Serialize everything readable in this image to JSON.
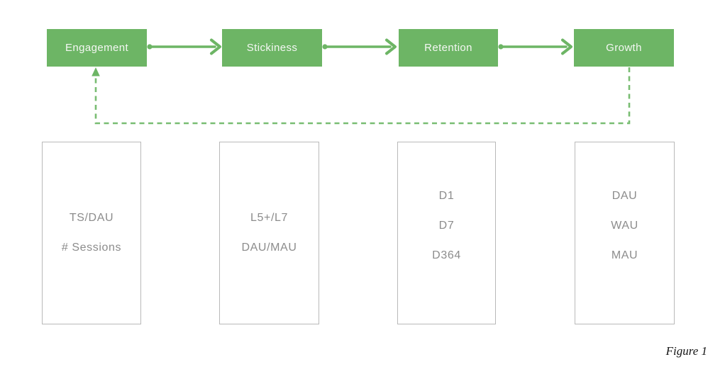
{
  "figure": {
    "caption": "Figure 1"
  },
  "colors": {
    "stage_fill_green": "#6db565",
    "arrow_green": "#6db565",
    "dashed_feedback_green": "#79bd72",
    "metric_box_border": "#b9b9b9",
    "metric_text": "#8c8c8c",
    "stage_label_text": "#f4f7f3",
    "background": "#ffffff"
  },
  "stages": [
    {
      "label": "Engagement"
    },
    {
      "label": "Stickiness"
    },
    {
      "label": "Retention"
    },
    {
      "label": "Growth"
    }
  ],
  "connectors": {
    "solid_arrow_icon": "arrow-right-with-dot-tail",
    "feedback_arrow_icon": "dashed-arrow-up",
    "feedback_path": "Growth bottom -> down -> left -> up into Engagement bottom"
  },
  "metric_boxes": [
    {
      "stage": "Engagement",
      "metrics": [
        "TS/DAU",
        "# Sessions"
      ]
    },
    {
      "stage": "Stickiness",
      "metrics": [
        "L5+/L7",
        "DAU/MAU"
      ]
    },
    {
      "stage": "Retention",
      "metrics": [
        "D1",
        "D7",
        "D364"
      ]
    },
    {
      "stage": "Growth",
      "metrics": [
        "DAU",
        "WAU",
        "MAU"
      ]
    }
  ]
}
